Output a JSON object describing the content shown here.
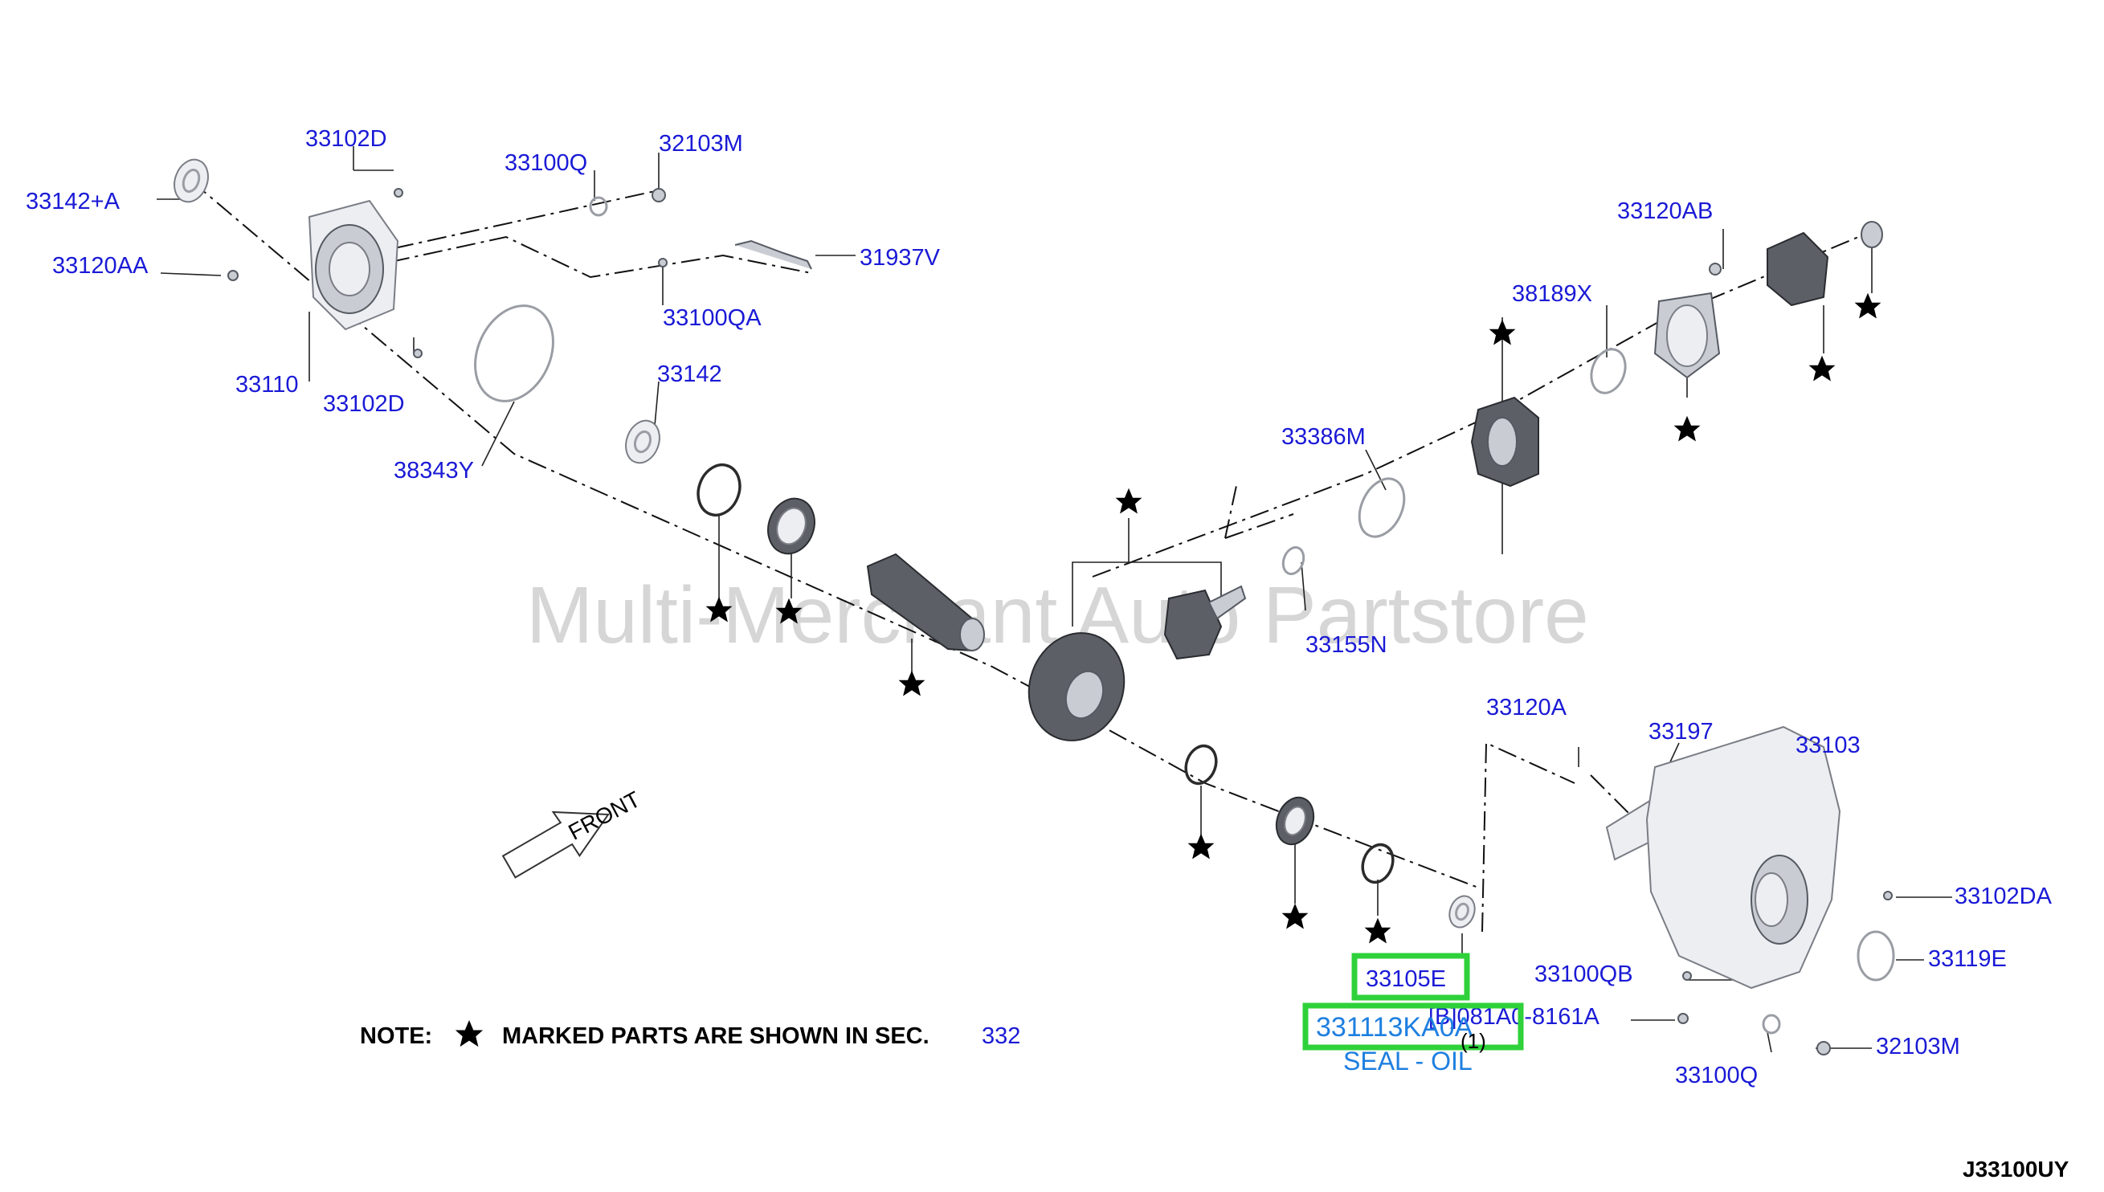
{
  "watermark": "Multi-Merchant Auto Partstore",
  "diagram_code": "J33100UY",
  "front_label": "FRONT",
  "note": {
    "prefix": "NOTE:",
    "text": "MARKED PARTS ARE SHOWN IN  SEC.",
    "section": "332"
  },
  "labels": {
    "p33142_a": "33142+A",
    "p33102d_top": "33102D",
    "p33100q_top": "33100Q",
    "p32103m_top": "32103M",
    "p33120aa": "33120AA",
    "p31937v": "31937V",
    "p33100qa": "33100QA",
    "p33110": "33110",
    "p33102d_bottom": "33102D",
    "p33142": "33142",
    "p38343y": "38343Y",
    "p33120ab": "33120AB",
    "p38189x": "38189X",
    "p33386m": "33386M",
    "p33155n": "33155N",
    "p33120a": "33120A",
    "p33197": "33197",
    "p33103": "33103",
    "p33102da": "33102DA",
    "p33119e": "33119E",
    "p33100qb": "33100QB",
    "p08": "[B]081A0-8161A",
    "p32103m_bottom": "32103M",
    "p33100q_bottom": "33100Q"
  },
  "highlighted": {
    "p33105e": "33105E",
    "part_number": "331113KA0A",
    "qty": "(1)",
    "description": "SEAL - OIL"
  },
  "colors": {
    "label": "#1a1ad6",
    "highlight": "#2fd13a",
    "description": "#1e7fe0"
  }
}
